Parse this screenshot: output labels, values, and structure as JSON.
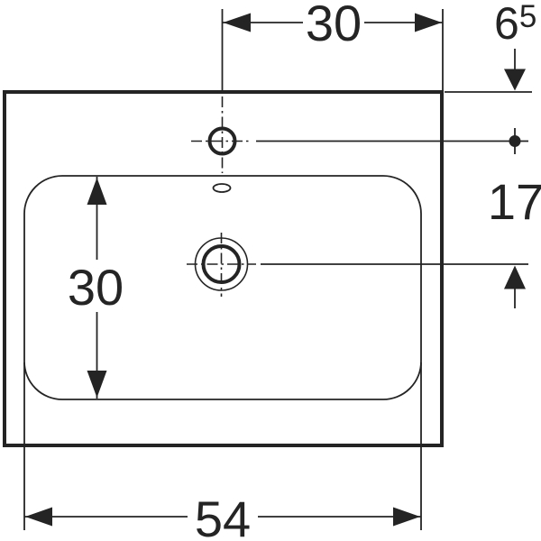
{
  "drawing": {
    "kind": "washbasin-plan-dimension-drawing",
    "colors": {
      "line": "#242424",
      "background": "#ffffff"
    },
    "dimensions": {
      "tap_hole_from_right_edge": "30",
      "tap_hole_from_top_main": "6",
      "tap_hole_from_top_sup": "5",
      "tap_hole_to_drain": "17",
      "basin_inner_depth": "30",
      "basin_inner_width": "54"
    }
  }
}
